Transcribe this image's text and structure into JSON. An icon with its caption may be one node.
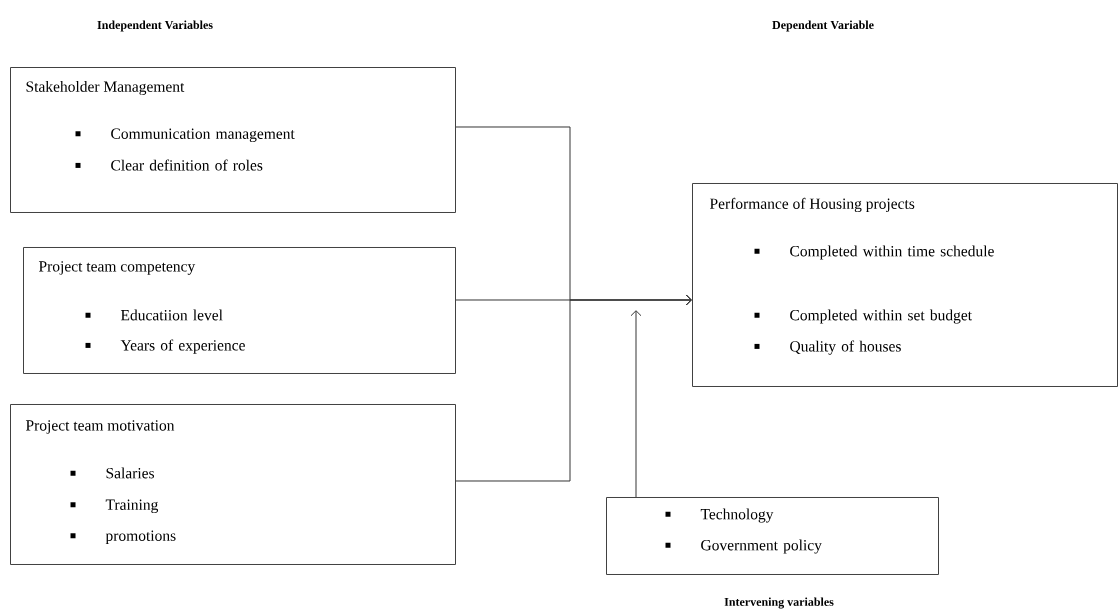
{
  "diagram": {
    "nodes": [
      {
        "text": [
          "Stakeholder Management",
          "Communication management",
          "Clear definition of roles"
        ]
      },
      {
        "text": [
          "Project team competency",
          "Educatiion level",
          "Years of experience"
        ]
      },
      {
        "text": [
          "Project team motivation",
          "Salaries",
          "Training",
          "promotions"
        ]
      },
      {
        "text": [
          "Performance of Housing projects",
          "Completed within time schedule",
          "Completed within set budget",
          "Quality of houses"
        ]
      },
      {
        "text": [
          "Technology",
          "Government policy",
          "Intervening variables"
        ]
      }
    ],
    "edges": [
      {
        "from": 0,
        "to": 3,
        "arrow": "to"
      },
      {
        "from": 1,
        "to": 3,
        "arrow": "to"
      },
      {
        "from": 2,
        "to": 3,
        "arrow": "to"
      },
      {
        "from": 4,
        "to": null,
        "arrow": "to"
      }
    ],
    "labels": [
      "Independent Variables",
      "Dependent Variable"
    ]
  }
}
